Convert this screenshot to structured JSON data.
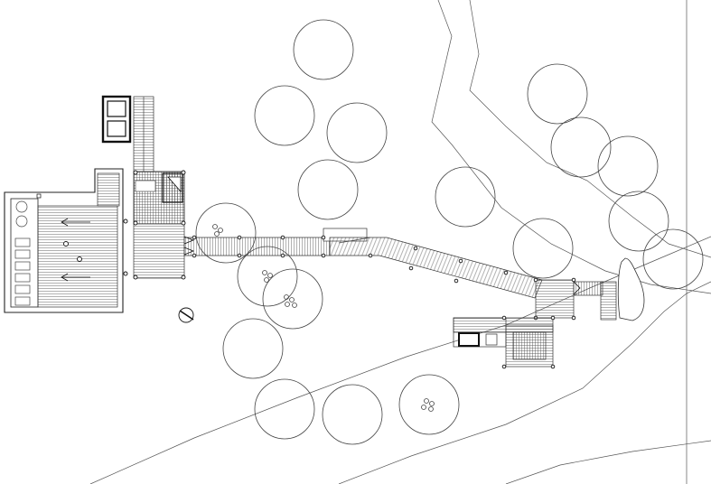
{
  "drawing": {
    "background": "#ffffff",
    "line_color": "#222222",
    "elements": [
      "main-house",
      "annex-cabin",
      "stair-to-annex",
      "boardwalk",
      "ramp",
      "landing-deck",
      "lower-deck",
      "outdoor-stair",
      "boulder",
      "north-arrow",
      "trees"
    ]
  }
}
